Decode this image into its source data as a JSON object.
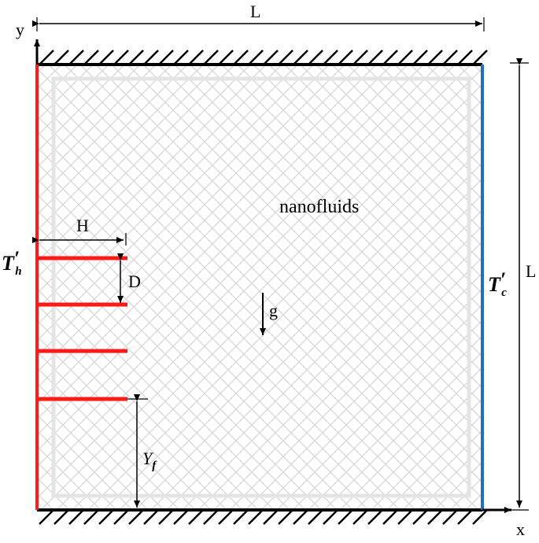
{
  "diagram": {
    "axis_y_label": "y",
    "axis_x_label": "x",
    "length_top_label": "L",
    "length_right_label": "L",
    "fluid_label": "nanofluids",
    "gravity_label": "g",
    "fin_length_label": "H",
    "fin_spacing_label": "D",
    "fin_position_label": "Y",
    "fin_position_subscript": "f",
    "hot_wall_label": "T",
    "hot_wall_prime": "′",
    "hot_wall_subscript": "h",
    "cold_wall_label": "T",
    "cold_wall_prime": "′",
    "cold_wall_subscript": "c",
    "hot_wall_color": "#ff1a1a",
    "cold_wall_color": "#1f6fc4",
    "fin_color": "#ff1a1a",
    "fin_count": 4
  }
}
